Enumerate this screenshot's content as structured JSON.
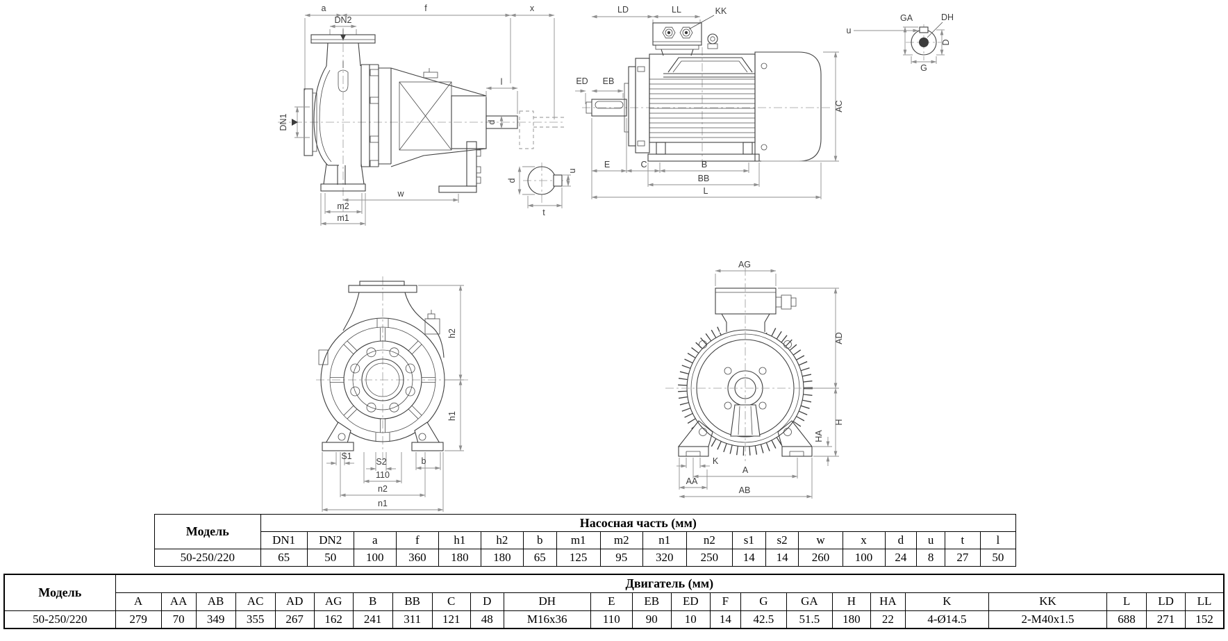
{
  "labels": {
    "pump_side": {
      "a": "a",
      "f": "f",
      "x": "x",
      "dn2": "DN2",
      "dn1": "DN1",
      "l": "l",
      "d": "d",
      "w": "w",
      "m2": "m2",
      "m1": "m1"
    },
    "pump_shaft_detail": {
      "d": "d",
      "u": "u",
      "t": "t"
    },
    "motor_side": {
      "ld": "LD",
      "ll": "LL",
      "kk": "KK",
      "ed": "ED",
      "eb": "EB",
      "ac": "AC",
      "e": "E",
      "c": "C",
      "b": "B",
      "bb": "BB",
      "l": "L"
    },
    "motor_shaft_detail": {
      "u": "u",
      "ga": "GA",
      "dh": "DH",
      "d": "D",
      "g": "G"
    },
    "pump_front": {
      "h2": "h2",
      "h1": "h1",
      "s1": "S1",
      "s2": "S2",
      "dim110": "110",
      "b": "b",
      "n2": "n2",
      "n1": "n1"
    },
    "motor_front": {
      "ag": "AG",
      "ad": "AD",
      "h": "H",
      "ha": "HA",
      "k": "K",
      "a": "A",
      "aa": "AA",
      "ab": "AB"
    }
  },
  "pump_table": {
    "model_header": "Модель",
    "group_header": "Насосная часть (мм)",
    "columns": [
      "DN1",
      "DN2",
      "a",
      "f",
      "h1",
      "h2",
      "b",
      "m1",
      "m2",
      "n1",
      "n2",
      "s1",
      "s2",
      "w",
      "x",
      "d",
      "u",
      "t",
      "l"
    ],
    "rows": [
      {
        "model": "50-250/220",
        "values": [
          "65",
          "50",
          "100",
          "360",
          "180",
          "180",
          "65",
          "125",
          "95",
          "320",
          "250",
          "14",
          "14",
          "260",
          "100",
          "24",
          "8",
          "27",
          "50"
        ]
      }
    ]
  },
  "motor_table": {
    "model_header": "Модель",
    "group_header": "Двигатель (мм)",
    "columns": [
      "A",
      "AA",
      "AB",
      "AC",
      "AD",
      "AG",
      "B",
      "BB",
      "C",
      "D",
      "DH",
      "E",
      "EB",
      "ED",
      "F",
      "G",
      "GA",
      "H",
      "HA",
      "K",
      "KK",
      "L",
      "LD",
      "LL"
    ],
    "rows": [
      {
        "model": "50-250/220",
        "values": [
          "279",
          "70",
          "349",
          "355",
          "267",
          "162",
          "241",
          "311",
          "121",
          "48",
          "M16x36",
          "110",
          "90",
          "10",
          "14",
          "42.5",
          "51.5",
          "180",
          "22",
          "4-Ø14.5",
          "2-M40x1.5",
          "688",
          "271",
          "152"
        ]
      }
    ]
  }
}
